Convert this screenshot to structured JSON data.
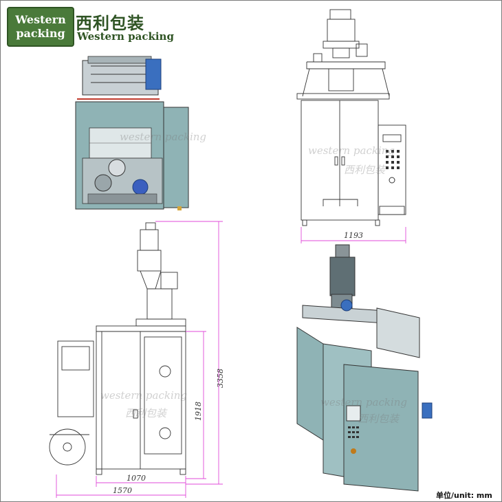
{
  "logo": {
    "line1": "Western",
    "line2": "packing",
    "cn": "西利包装",
    "en": "Western packing"
  },
  "watermarks": {
    "en": "western packing",
    "cn": "西利包装"
  },
  "dimensions": {
    "top_right_width": "1193",
    "total_height": "3358",
    "body_height": "1918",
    "body_width": "1070",
    "total_width": "1570"
  },
  "unit_label": "单位/unit: mm",
  "colors": {
    "machine_teal": "#8fb3b5",
    "dimension_magenta": "#e04ad8",
    "logo_green": "#4a7a3a"
  }
}
